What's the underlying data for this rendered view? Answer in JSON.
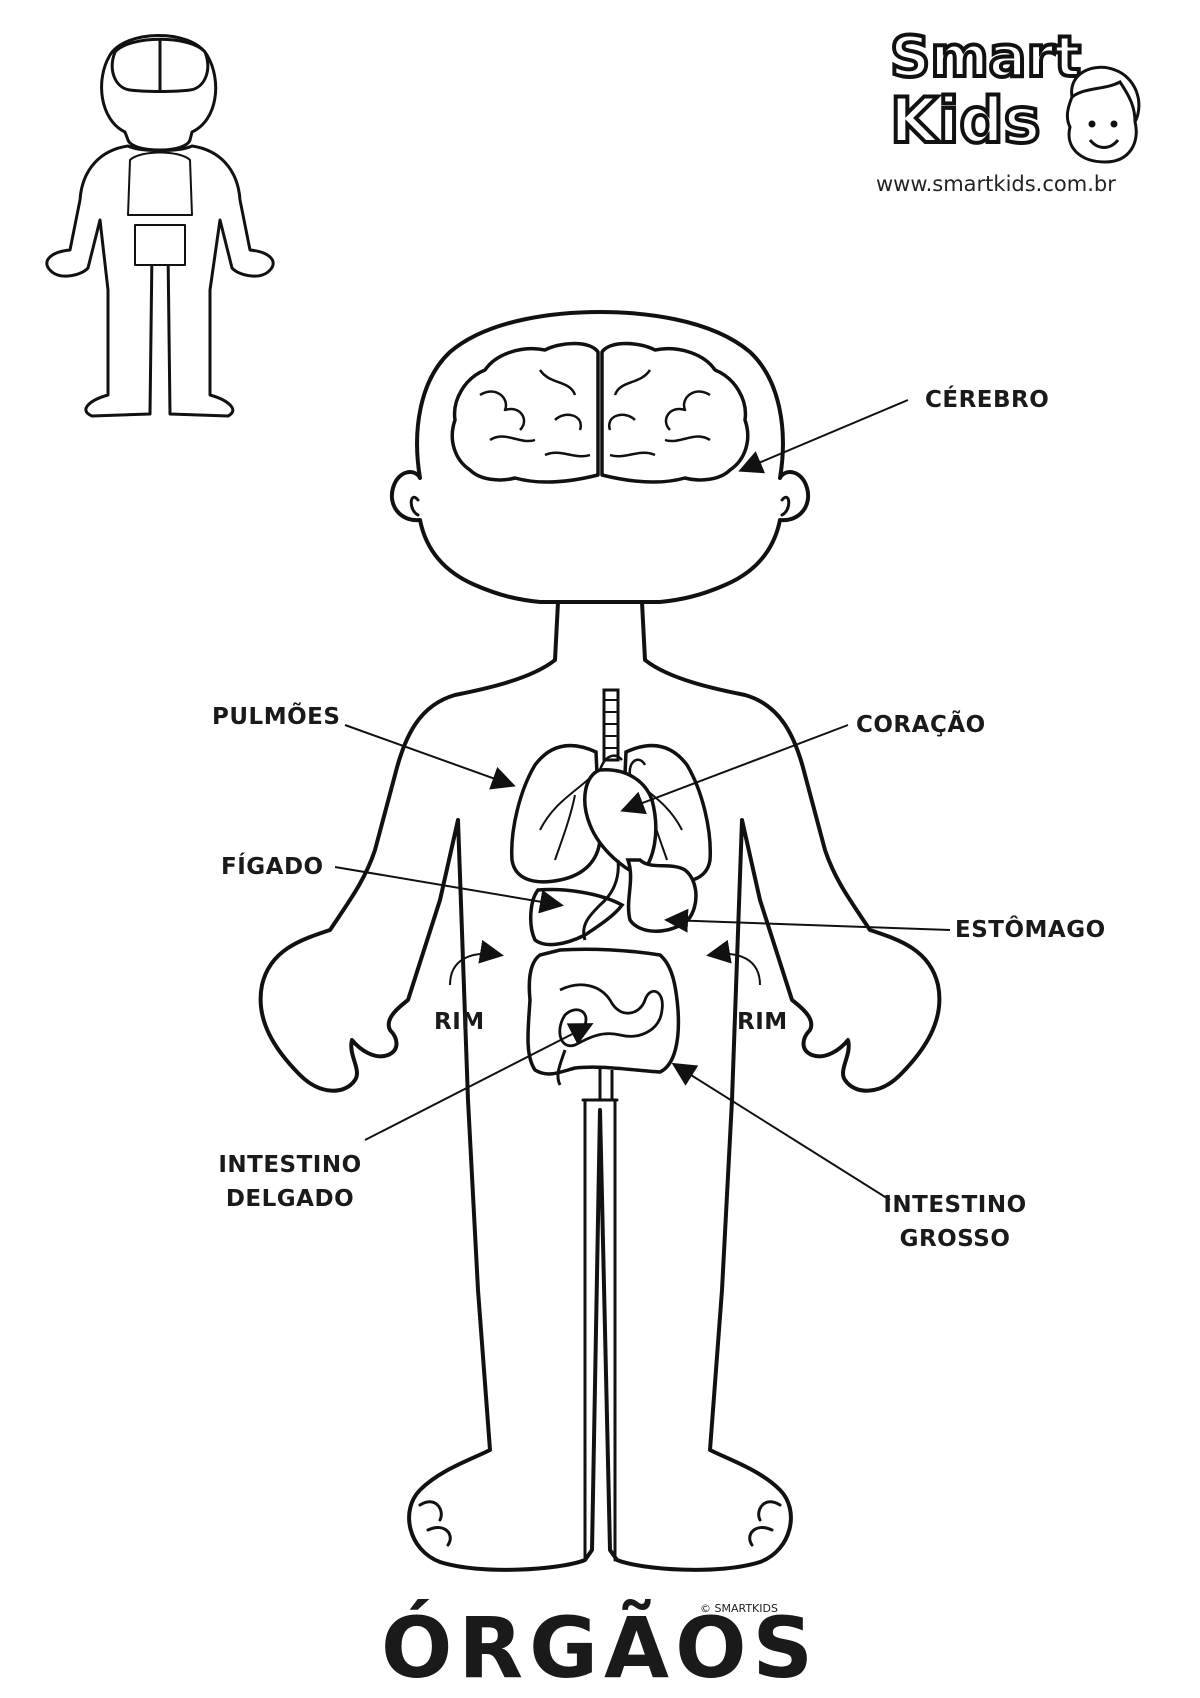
{
  "title": "ÓRGÃOS",
  "logo": {
    "line1": "Smart",
    "line2": "Kids"
  },
  "url": "www.smartkids.com.br",
  "copyright": "© SMARTKIDS",
  "labels": {
    "cerebro": "CÉREBRO",
    "pulmoes": "PULMÕES",
    "coracao": "CORAÇÃO",
    "figado": "FÍGADO",
    "estomago": "ESTÔMAGO",
    "rim_left": "RIM",
    "rim_right": "RIM",
    "intestino_delgado_1": "INTESTINO",
    "intestino_delgado_2": "DELGADO",
    "intestino_grosso_1": "INTESTINO",
    "intestino_grosso_2": "GROSSO"
  },
  "icons": {
    "main_figure": "child-body-outline-icon",
    "thumbnail": "child-body-thumbnail-icon",
    "brain": "brain-icon",
    "lungs": "lungs-icon",
    "heart": "heart-icon",
    "liver": "liver-icon",
    "stomach": "stomach-icon",
    "intestines": "intestines-icon",
    "mascot": "girl-face-icon"
  }
}
